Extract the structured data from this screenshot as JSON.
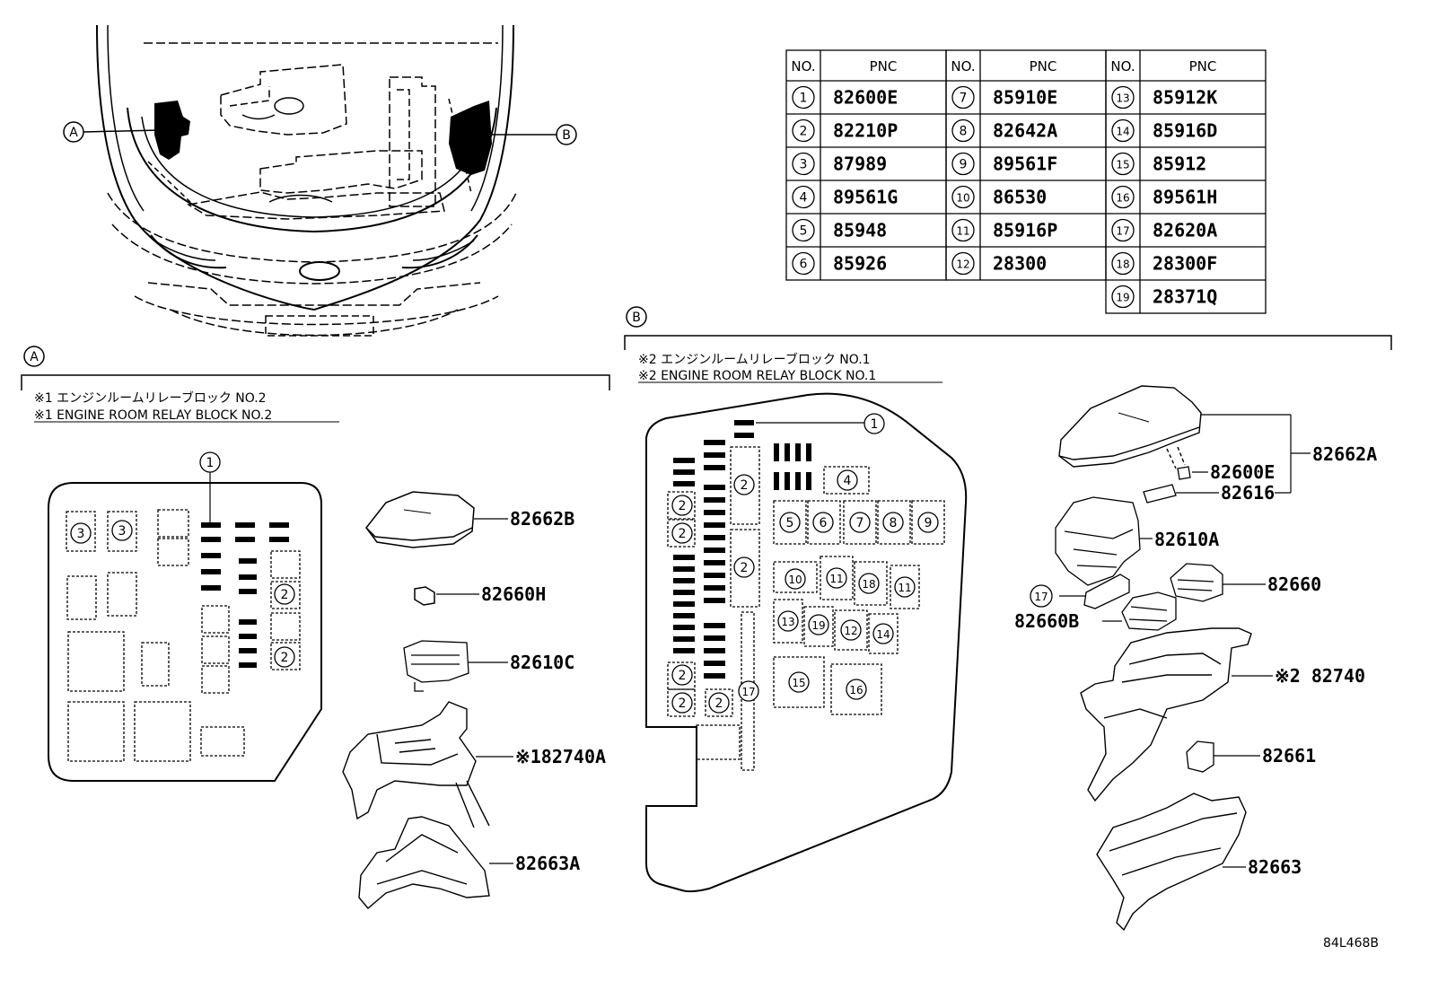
{
  "pnc_table": {
    "col_no": "NO.",
    "col_pnc": "PNC",
    "rows": [
      {
        "no": "1",
        "pnc": "82600E"
      },
      {
        "no": "2",
        "pnc": "82210P"
      },
      {
        "no": "3",
        "pnc": "87989"
      },
      {
        "no": "4",
        "pnc": "89561G"
      },
      {
        "no": "5",
        "pnc": "85948"
      },
      {
        "no": "6",
        "pnc": "85926"
      },
      {
        "no": "7",
        "pnc": "85910E"
      },
      {
        "no": "8",
        "pnc": "82642A"
      },
      {
        "no": "9",
        "pnc": "89561F"
      },
      {
        "no": "10",
        "pnc": "86530"
      },
      {
        "no": "11",
        "pnc": "85916P"
      },
      {
        "no": "12",
        "pnc": "28300"
      },
      {
        "no": "13",
        "pnc": "85912K"
      },
      {
        "no": "14",
        "pnc": "85916D"
      },
      {
        "no": "15",
        "pnc": "85912"
      },
      {
        "no": "16",
        "pnc": "89561H"
      },
      {
        "no": "17",
        "pnc": "82620A"
      },
      {
        "no": "18",
        "pnc": "28300F"
      },
      {
        "no": "19",
        "pnc": "28371Q"
      }
    ]
  },
  "vehicle": {
    "callout_a": "A",
    "callout_b": "B"
  },
  "section_a": {
    "tag": "A",
    "title_jp": "※1 エンジンルームリレーブロック NO.2",
    "title_en": "※1 ENGINE ROOM RELAY BLOCK NO.2",
    "parts": [
      "82662B",
      "82660H",
      "82610C",
      "※182740A",
      "82663A"
    ]
  },
  "section_b": {
    "tag": "B",
    "title_jp": "※2 エンジンルームリレーブロック NO.1",
    "title_en": "※2 ENGINE ROOM RELAY BLOCK NO.1",
    "parts": [
      "82662A",
      "82600E",
      "82616",
      "82610A",
      "82660",
      "82660B",
      "※2 82740",
      "82661",
      "82663"
    ]
  },
  "diagram_id": "84L468B"
}
